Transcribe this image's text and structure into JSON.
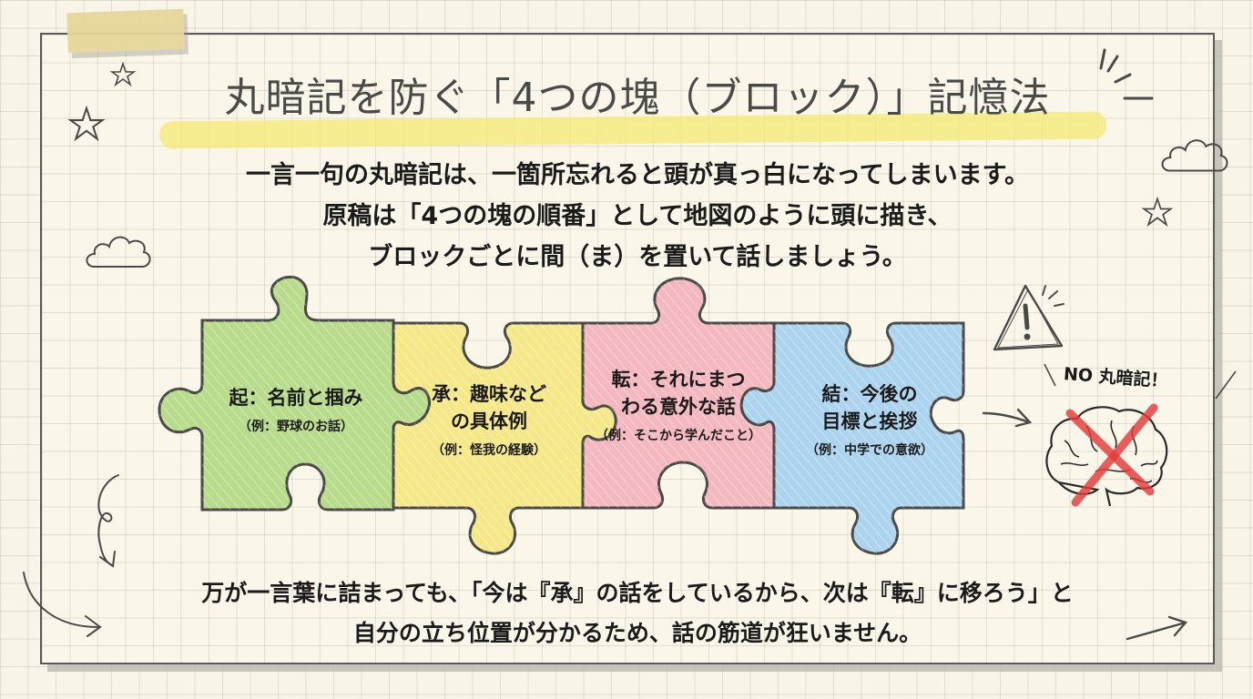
{
  "header": {
    "title": "丸暗記を防ぐ「4つの塊（ブロック）」記憶法"
  },
  "intro": {
    "line1": "一言一句の丸暗記は、一箇所忘れると頭が真っ白になってしまいます。",
    "line2_prefix": "原稿は",
    "line2_emphasis": "「4つの塊の順番」",
    "line2_suffix": "として地図のように頭に描き、",
    "line3": "ブロックごとに間（ま）を置いて話しましょう。"
  },
  "pieces": [
    {
      "id": "ki",
      "main_line1": "起：名前と掴み",
      "main_line2": "",
      "example": "（例：野球のお話）",
      "color": "#b9dc8c"
    },
    {
      "id": "sho",
      "main_line1": "承：趣味など",
      "main_line2": "の具体例",
      "example": "（例：怪我の経験）",
      "color": "#f5e889"
    },
    {
      "id": "ten",
      "main_line1": "転：それにまつ",
      "main_line2": "わる意外な話",
      "example": "（例：そこから学んだこと）",
      "color": "#f3b8c0"
    },
    {
      "id": "ketsu",
      "main_line1": "結：今後の",
      "main_line2": "目標と挨拶",
      "example": "（例：中学での意欲）",
      "color": "#add4ee"
    }
  ],
  "warning": {
    "label": "NO 丸暗記！",
    "icons": [
      "warning-triangle-icon",
      "brain-crossed-icon"
    ],
    "cross_color": "#e53b3b"
  },
  "conclusion": {
    "line1": "万が一言葉に詰まっても、「今は『承』の話をしているから、次は『転』に移ろう」と",
    "line2": "自分の立ち位置が分かるため、話の筋道が狂いません。"
  },
  "colors": {
    "background": "#f8f5e8",
    "highlight": "#f3ea72",
    "tape": "#e6d69a",
    "ink": "#4a4a48"
  }
}
